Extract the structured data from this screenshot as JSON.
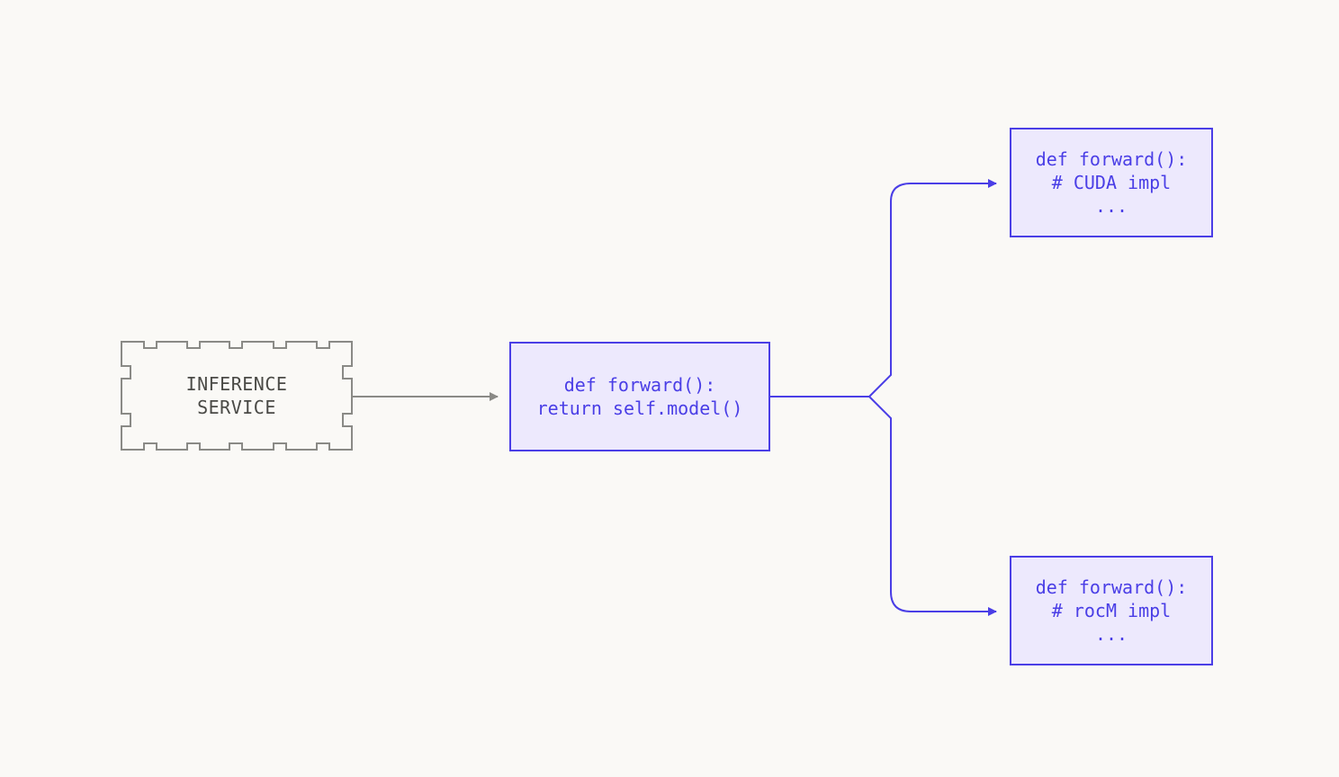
{
  "service": {
    "lines": [
      "INFERENCE",
      "SERVICE"
    ]
  },
  "dispatcher": {
    "lines": [
      "def forward():",
      "return self.model()"
    ]
  },
  "backends": [
    {
      "lines": [
        "def forward():",
        "# CUDA impl",
        "..."
      ]
    },
    {
      "lines": [
        "def forward():",
        "# rocM impl",
        "..."
      ]
    }
  ],
  "colors": {
    "background": "#faf9f6",
    "accent": "#4a3ee6",
    "box_fill": "#ede9fd",
    "service_stroke": "#8a8a86",
    "service_text": "#4a4a46"
  }
}
